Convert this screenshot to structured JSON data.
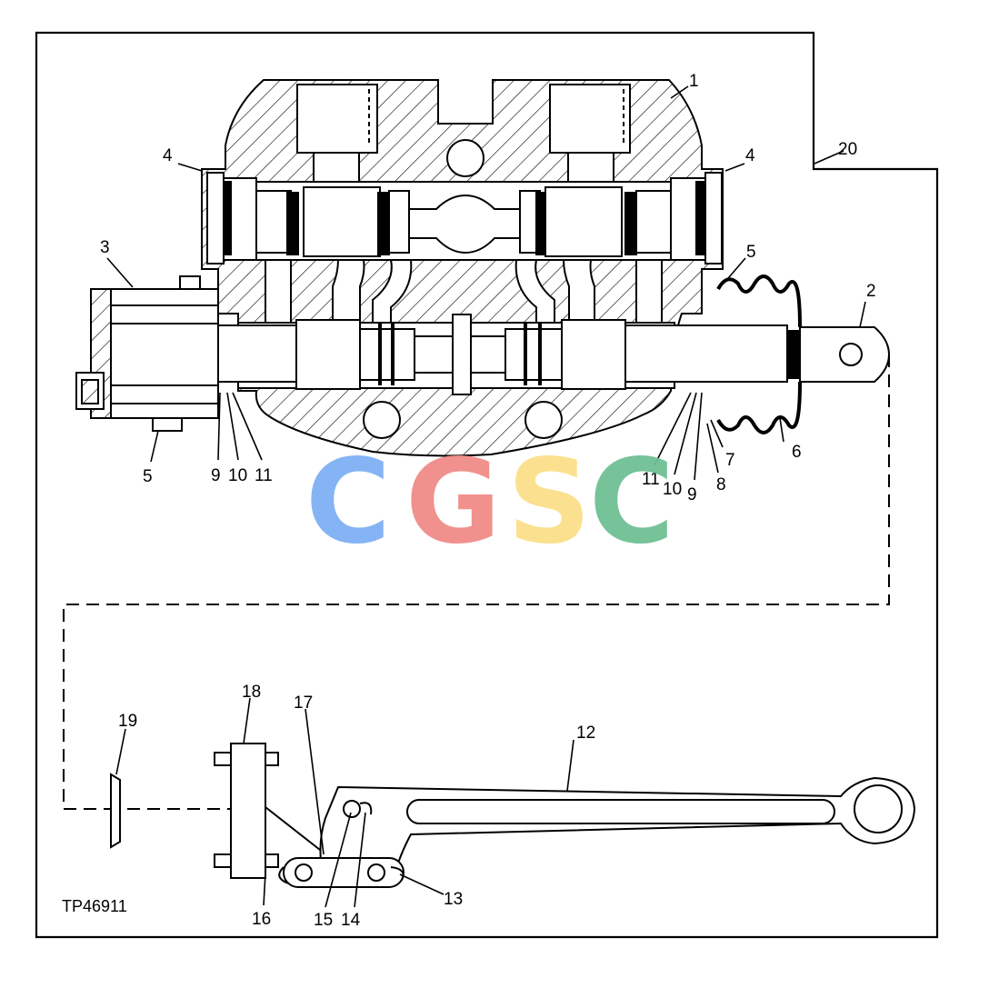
{
  "figure_id": "TP46911",
  "watermark": {
    "letters": [
      "C",
      "G",
      "S",
      "C"
    ],
    "colors": [
      "#7fb0f5",
      "#f08c88",
      "#fbe08a",
      "#6fbf94"
    ]
  },
  "callouts": {
    "c1": "1",
    "c2": "2",
    "c3": "3",
    "c4_left": "4",
    "c4_right": "4",
    "c5_top": "5",
    "c5_bottom": "5",
    "c6": "6",
    "c7": "7",
    "c8": "8",
    "c9_left": "9",
    "c9_right": "9",
    "c10_left": "10",
    "c10_right": "10",
    "c11_left": "11",
    "c11_right": "11",
    "c12": "12",
    "c13": "13",
    "c14": "14",
    "c15": "15",
    "c16": "16",
    "c17": "17",
    "c18": "18",
    "c19": "19",
    "c20": "20"
  },
  "colors": {
    "line": "#000000",
    "background": "#ffffff"
  }
}
